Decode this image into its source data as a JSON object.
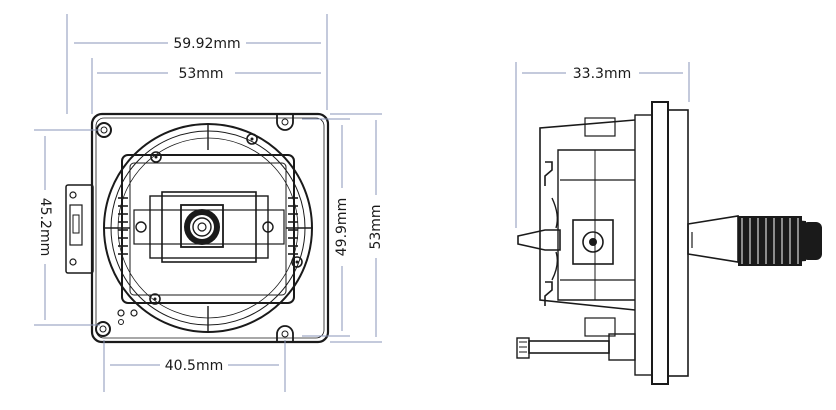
{
  "dimensions": {
    "overall_width": "59.92mm",
    "mount_width": "53mm",
    "left_height": "45.2mm",
    "inner_height": "49.9mm",
    "right_height": "53mm",
    "bottom_width": "40.5mm",
    "side_depth": "33.3mm"
  },
  "colors": {
    "dimension_line": "#8a96b8",
    "drawing": "#1a1a1a",
    "background": "#ffffff"
  }
}
